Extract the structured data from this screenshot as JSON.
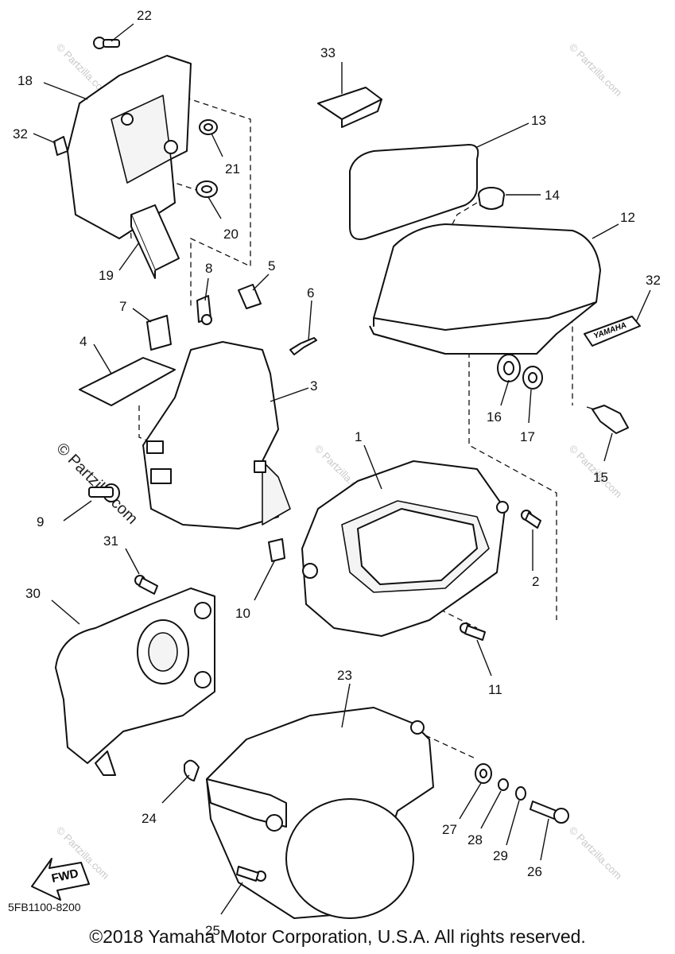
{
  "diagram": {
    "parts": [
      {
        "id": "p1",
        "number": "1",
        "shape": "air-filter-case"
      },
      {
        "id": "p2",
        "number": "2",
        "shape": "bolt"
      },
      {
        "id": "p3",
        "number": "3",
        "shape": "bracket"
      },
      {
        "id": "p4",
        "number": "4",
        "shape": "pad"
      },
      {
        "id": "p5",
        "number": "5",
        "shape": "clip"
      },
      {
        "id": "p6",
        "number": "6",
        "shape": "pin"
      },
      {
        "id": "p7",
        "number": "7",
        "shape": "pad"
      },
      {
        "id": "p8",
        "number": "8",
        "shape": "clip"
      },
      {
        "id": "p9",
        "number": "9",
        "shape": "bolt"
      },
      {
        "id": "p10",
        "number": "10",
        "shape": "clip"
      },
      {
        "id": "p11",
        "number": "11",
        "shape": "bolt"
      },
      {
        "id": "p12",
        "number": "12",
        "shape": "side-cover"
      },
      {
        "id": "p13",
        "number": "13",
        "shape": "pad"
      },
      {
        "id": "p14",
        "number": "14",
        "shape": "grommet"
      },
      {
        "id": "p15",
        "number": "15",
        "shape": "screw"
      },
      {
        "id": "p16",
        "number": "16",
        "shape": "grommet"
      },
      {
        "id": "p17",
        "number": "17",
        "shape": "grommet"
      },
      {
        "id": "p18",
        "number": "18",
        "shape": "side-cover"
      },
      {
        "id": "p19",
        "number": "19",
        "shape": "pad"
      },
      {
        "id": "p20",
        "number": "20",
        "shape": "grommet"
      },
      {
        "id": "p21",
        "number": "21",
        "shape": "grommet"
      },
      {
        "id": "p22",
        "number": "22",
        "shape": "bolt"
      },
      {
        "id": "p23",
        "number": "23",
        "shape": "cover"
      },
      {
        "id": "p24",
        "number": "24",
        "shape": "clip"
      },
      {
        "id": "p25",
        "number": "25",
        "shape": "bolt"
      },
      {
        "id": "p26",
        "number": "26",
        "shape": "bolt"
      },
      {
        "id": "p27",
        "number": "27",
        "shape": "grommet"
      },
      {
        "id": "p28",
        "number": "28",
        "shape": "collar"
      },
      {
        "id": "p29",
        "number": "29",
        "shape": "washer"
      },
      {
        "id": "p30",
        "number": "30",
        "shape": "cover"
      },
      {
        "id": "p31",
        "number": "31",
        "shape": "bolt"
      },
      {
        "id": "p32a",
        "number": "32",
        "shape": "emblem"
      },
      {
        "id": "p32b",
        "number": "32",
        "shape": "emblem"
      },
      {
        "id": "p33",
        "number": "33",
        "shape": "clip"
      }
    ],
    "emblem_text": "YAMAHA",
    "fwd_label": "FWD",
    "watermark": "© Partzilla.com",
    "part_code": "5FB1100-8200",
    "copyright": "©2018 Yamaha Motor Corporation, U.S.A. All rights reserved."
  },
  "colors": {
    "line": "#111111",
    "background": "#ffffff",
    "watermark": "#c9c9c9"
  }
}
